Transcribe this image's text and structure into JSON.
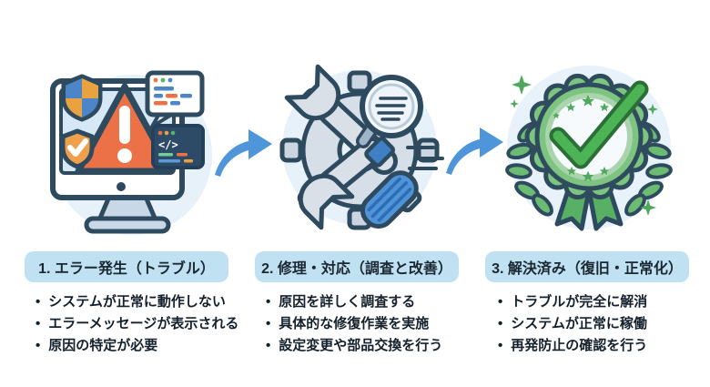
{
  "page": {
    "background": "#ffffff",
    "language": "ja",
    "description_names": [
      "error-step",
      "repair-step",
      "resolved-step"
    ]
  },
  "colors": {
    "title_box_bg": "#bfe1f2",
    "text": "#14202b",
    "outline_navy": "#2e4a5f",
    "arrow_blue": "#4e95d9",
    "illustration_bg_blue": "#e7f1f9",
    "warning_orange": "#ed7147",
    "success_green": "#4cb455",
    "tool_gray": "#d6dee8",
    "screwdriver_blue": "#4e94d9"
  },
  "illustration_text": {
    "code_glyph": "</>"
  },
  "icons": {
    "step1": "monitor-error-illustration",
    "step2": "repair-tools-illustration",
    "step3": "resolved-badge-illustration",
    "connector": "curved-right-arrow-icon"
  },
  "steps": [
    {
      "title": "1. エラー発生（トラブル）",
      "bullets": [
        "システムが正常に動作しない",
        "エラーメッセージが表示される",
        "原因の特定が必要"
      ]
    },
    {
      "title": "2. 修理・対応（調査と改善）",
      "bullets": [
        "原因を詳しく調査する",
        "具体的な修復作業を実施",
        "設定変更や部品交換を行う"
      ]
    },
    {
      "title": "3. 解決済み（復旧・正常化）",
      "bullets": [
        "トラブルが完全に解消",
        "システムが正常に稼働",
        "再発防止の確認を行う"
      ]
    }
  ]
}
